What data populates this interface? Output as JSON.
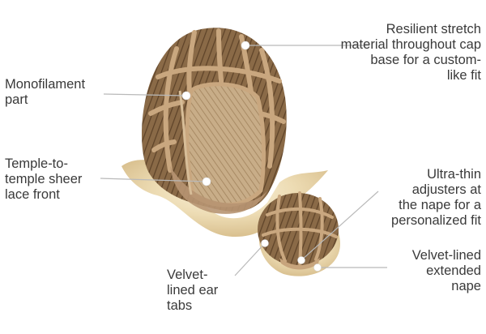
{
  "callouts": {
    "resilient": [
      "Resilient stretch",
      "material throughout cap",
      "base for a custom-",
      "like fit"
    ],
    "monofilament": [
      "Monofilament",
      "part"
    ],
    "temple": [
      "Temple-to-",
      "temple sheer",
      "lace front"
    ],
    "ultra_thin": [
      "Ultra-thin",
      "adjusters at",
      "the nape for a",
      "personalized fit"
    ],
    "velvet_nape": [
      "Velvet-lined",
      "extended",
      "nape"
    ],
    "velvet_ear": [
      "Velvet-",
      "lined ear",
      "tabs"
    ]
  },
  "colors": {
    "text": "#3a3a3a",
    "leader_line": "#b9b9b9",
    "marker_dot": "#ffffff",
    "cap_tan": "#c9a77f",
    "cap_mesh_dark": "#6d5235",
    "hair_blonde": "#e6d3aa"
  }
}
